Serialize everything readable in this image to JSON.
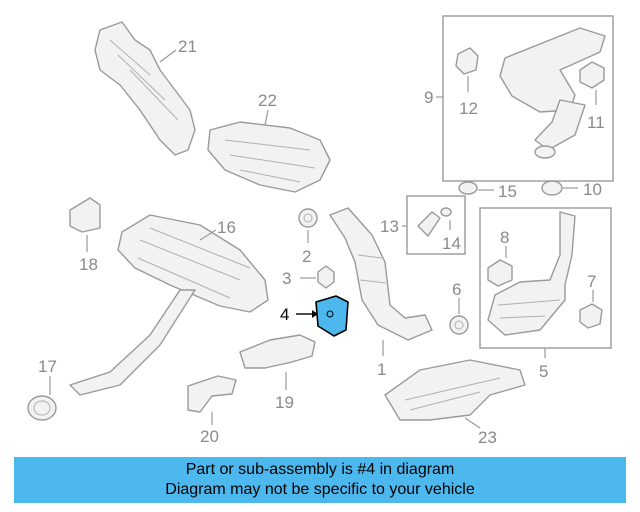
{
  "callouts": [
    "21",
    "22",
    "9",
    "12",
    "11",
    "16",
    "18",
    "2",
    "15",
    "10",
    "13",
    "14",
    "8",
    "3",
    "6",
    "7",
    "4",
    "1",
    "5",
    "17",
    "19",
    "20",
    "23"
  ],
  "highlight": "4",
  "highlight_color": "#4db8ee",
  "banner": {
    "line1": "Part or sub-assembly is #4 in diagram",
    "line2": "Diagram may not be specific to your vehicle",
    "color": "#4db8ee"
  }
}
